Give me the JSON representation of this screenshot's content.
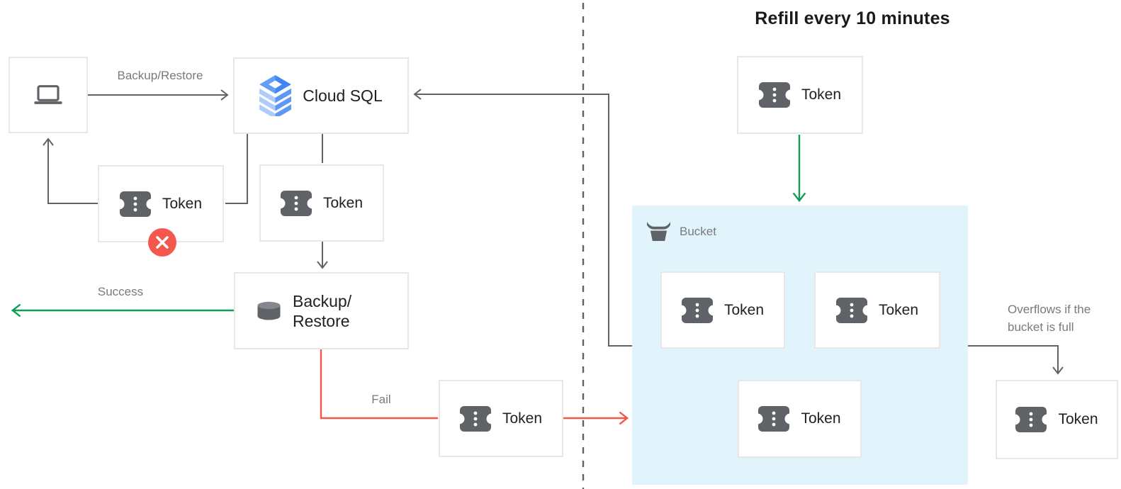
{
  "diagram": {
    "title": "Refill every 10 minutes",
    "nodes": {
      "client": {
        "icon": "laptop-icon"
      },
      "cloud_sql": {
        "label": "Cloud SQL",
        "icon": "cloud-sql-icon"
      },
      "token_rejected": {
        "label": "Token",
        "icon": "token-icon",
        "badge": "error-x-badge"
      },
      "token_request": {
        "label": "Token",
        "icon": "token-icon"
      },
      "backup_restore": {
        "label_line1": "Backup/",
        "label_line2": "Restore",
        "icon": "database-icon"
      },
      "token_fail": {
        "label": "Token",
        "icon": "token-icon"
      },
      "token_refill": {
        "label": "Token",
        "icon": "token-icon"
      },
      "bucket": {
        "label": "Bucket",
        "icon": "bucket-icon"
      },
      "token_in_bucket_1": {
        "label": "Token",
        "icon": "token-icon"
      },
      "token_in_bucket_2": {
        "label": "Token",
        "icon": "token-icon"
      },
      "token_in_bucket_3": {
        "label": "Token",
        "icon": "token-icon"
      },
      "token_overflow": {
        "label": "Token",
        "icon": "token-icon"
      }
    },
    "edge_labels": {
      "backup_restore": "Backup/Restore",
      "success": "Success",
      "fail": "Fail",
      "overflow_line1": "Overflows if the",
      "overflow_line2": "bucket is full"
    },
    "colors": {
      "success_green": "#0F9D58",
      "fail_red": "#F4584C",
      "connector_gray": "#5F6368",
      "bucket_fill": "#E1F4FC",
      "icon_gray": "#5F6368",
      "cloud_sql_blue": "#4285F4",
      "cloud_sql_blue_light": "#AECBFA",
      "cloud_sql_blue_mid": "#5E97F6",
      "label_gray": "#7A7A7A",
      "text_dark": "#212121",
      "box_border": "#E7E7E7"
    }
  }
}
